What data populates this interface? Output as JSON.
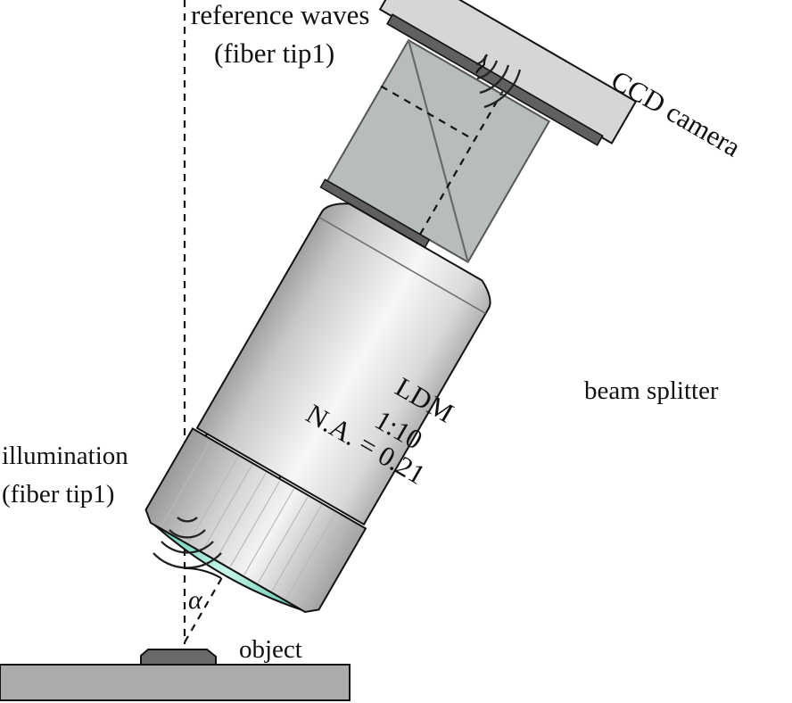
{
  "labels": {
    "reference_line1": "reference waves",
    "reference_line2": "(fiber tip1)",
    "ccd_camera": "CCD camera",
    "beam_splitter": "beam splitter",
    "illumination_line1": "illumination",
    "illumination_line2": "(fiber tip1)",
    "objective_line1": "LDM",
    "objective_line2": "1:10",
    "objective_line3": "N.A. = 0.21",
    "object": "object",
    "angle_symbol": "α"
  },
  "colors": {
    "outline": "#111111",
    "camera_housing": "#d6d6d6",
    "camera_sensor": "#606060",
    "beam_splitter_cube": "#b7bdbd",
    "objective_barrel_light": "#f2f2f2",
    "objective_barrel_dark": "#9a9a9a",
    "lens_glass": "#8fe3cf",
    "object_sample": "#6a6a6a",
    "stage": "#ababab"
  }
}
